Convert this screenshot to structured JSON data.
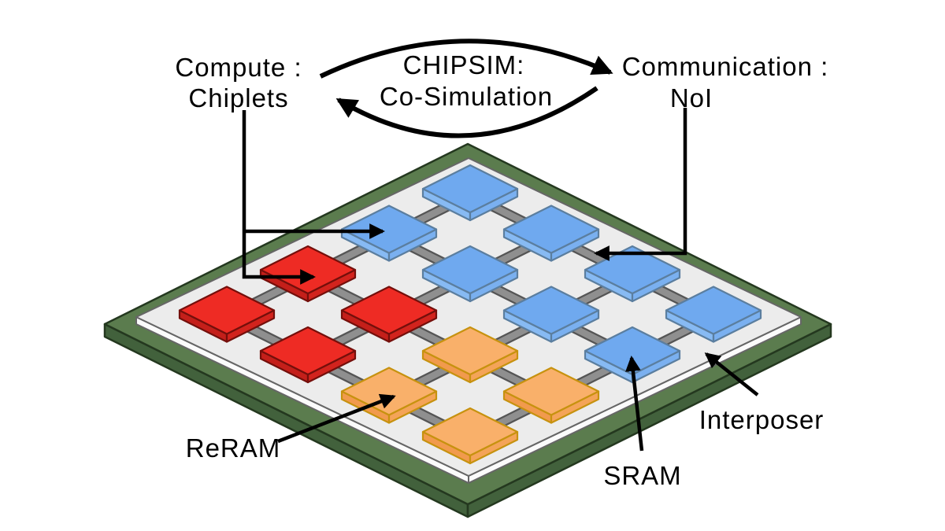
{
  "figure": {
    "cycle": {
      "left": {
        "line1": "Compute :",
        "line2": "Chiplets"
      },
      "center": {
        "line1": "CHIPSIM:",
        "line2": "Co-Simulation"
      },
      "right": {
        "line1": "Communication :",
        "line2": "NoI"
      }
    },
    "callouts": {
      "reram": "ReRAM",
      "sram": "SRAM",
      "interposer": "Interposer"
    }
  },
  "colors": {
    "arrow": "#000000",
    "pcb-top": "#5B7C4E",
    "pcb-side": "#42613C",
    "pcb-stroke": "#24381F",
    "interposer-top": "#ECECEC",
    "interposer-side": "#FBFBFB",
    "interposer-stroke": "#666666",
    "link-edge": "#555555",
    "link-core": "#8F8F8F"
  },
  "chiplet_palette": {
    "blue": {
      "top": "#6FA9EF",
      "left": "#87BAF3",
      "right": "#7AB0F0",
      "stroke": "#5B7E9F"
    },
    "red": {
      "top": "#EE2B24",
      "left": "#C41F1A",
      "right": "#D2231D",
      "stroke": "#740F0B"
    },
    "orange": {
      "top": "#F9B06A",
      "left": "#F19A4D",
      "right": "#F4A458",
      "stroke": "#C7920F"
    }
  },
  "grid": {
    "rows": 4,
    "cols": 4,
    "rows_axis": "from top corner toward left corner",
    "cols_axis": "from top corner toward right corner",
    "cells": [
      [
        "blue",
        "blue",
        "blue",
        "blue"
      ],
      [
        "blue",
        "blue",
        "blue",
        "blue"
      ],
      [
        "red",
        "red",
        "orange",
        "orange"
      ],
      [
        "red",
        "red",
        "orange",
        "orange"
      ]
    ],
    "legend": {
      "blue": "SRAM",
      "orange": "ReRAM"
    },
    "arrow_targets": {
      "compute": [
        [
          1,
          0
        ],
        [
          2,
          0
        ]
      ],
      "noi_link": [
        [
          0,
          1
        ],
        [
          0,
          2
        ]
      ],
      "sram": [
        1,
        3
      ],
      "reram": [
        3,
        2
      ]
    }
  }
}
